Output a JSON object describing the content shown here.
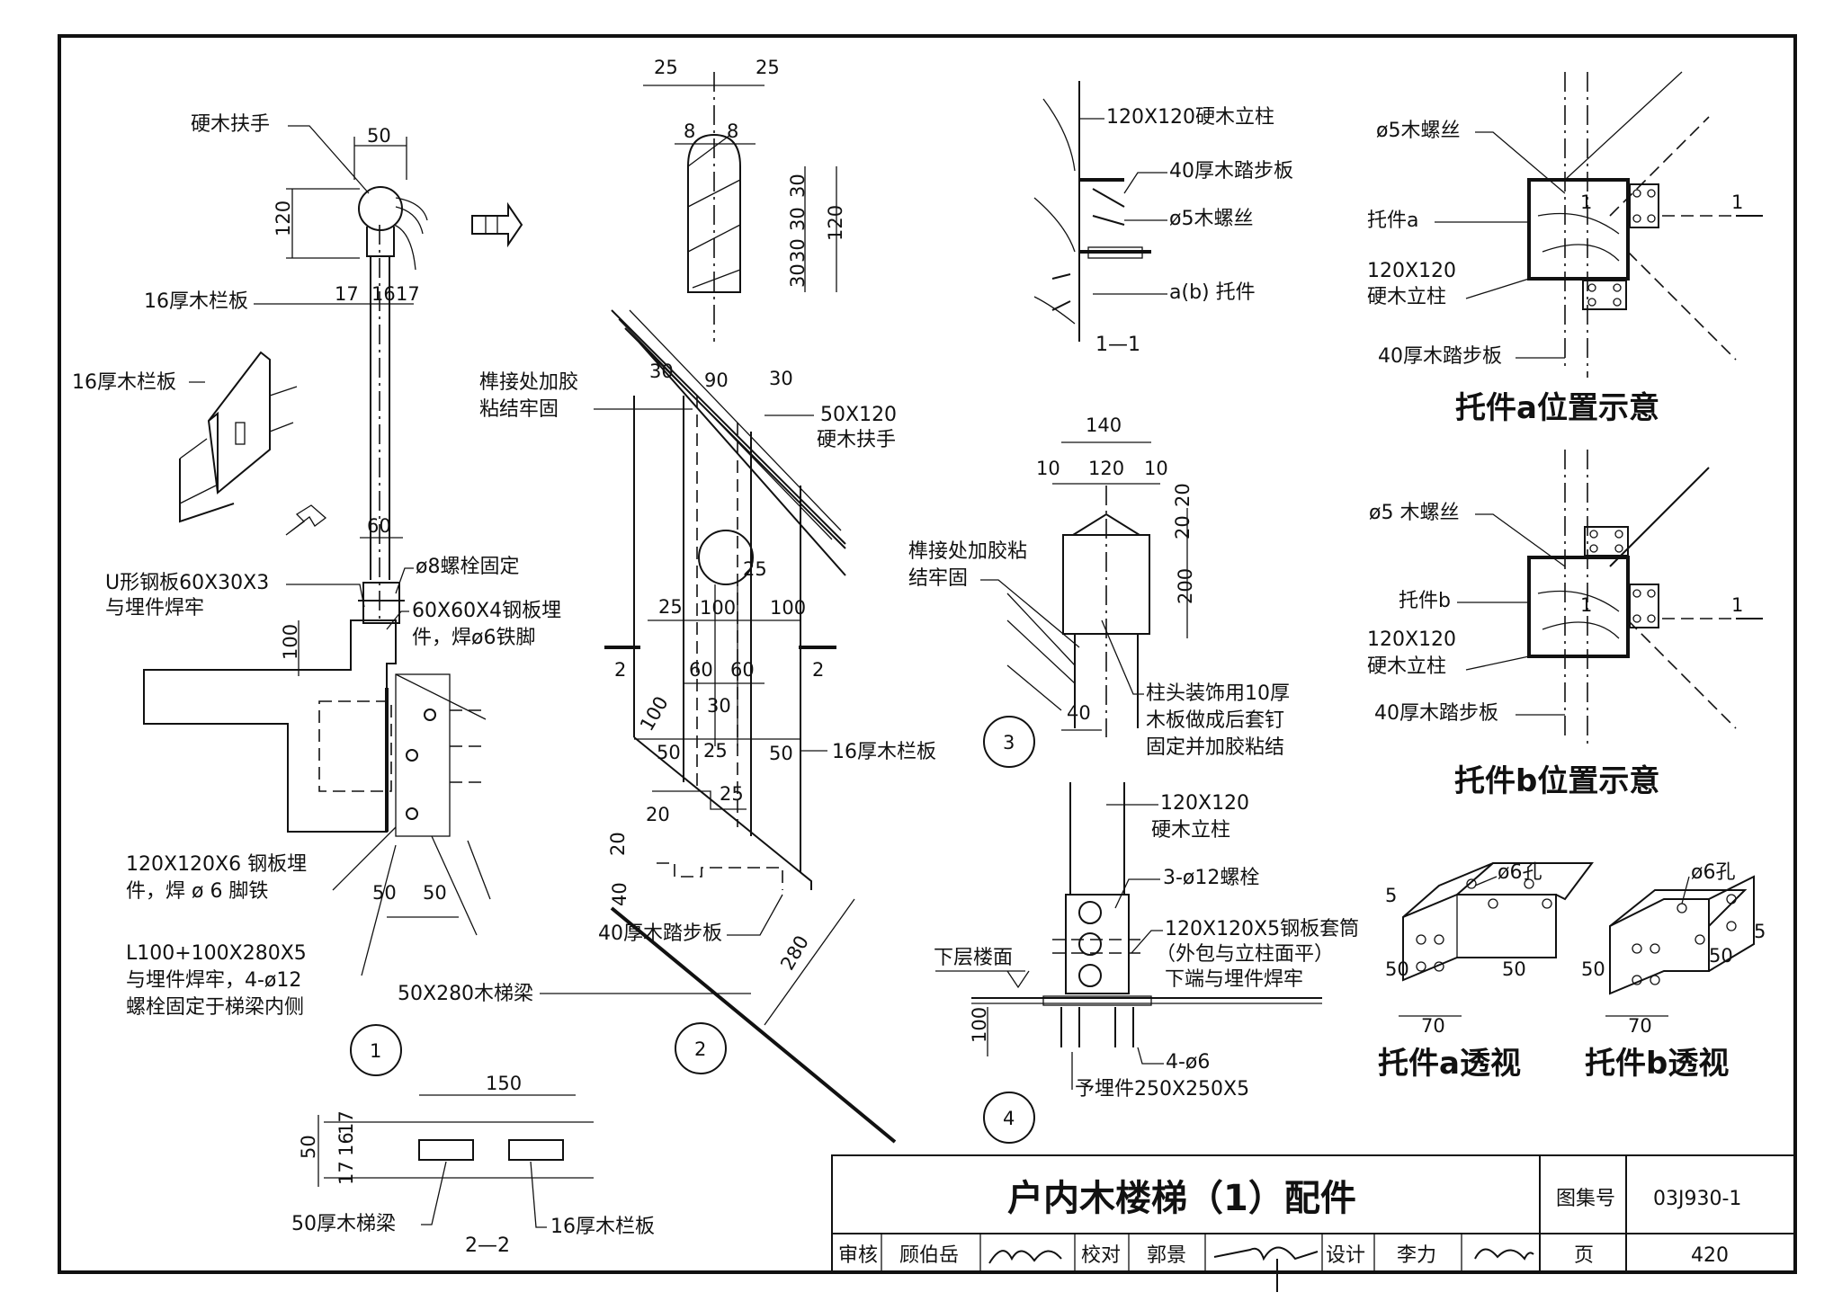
{
  "detail1": {
    "handrail": "硬木扶手",
    "w50": "50",
    "h120": "120",
    "baluster_thk": "16厚木栏板",
    "d17a": "17",
    "d16": "16",
    "d17b": "17",
    "baluster_iso": "16厚木栏板",
    "d60": "60",
    "bolt": "ø8螺栓固定",
    "u_plate_1": "U形钢板60X30X3",
    "u_plate_2": "与埋件焊牢",
    "d100": "100",
    "embed_plate_1": "60X60X4钢板埋",
    "embed_plate_2": "件，焊ø6铁脚",
    "plate120_1": "120X120X6 钢板埋",
    "plate120_2": "件，焊 ø 6 脚铁",
    "d50a": "50",
    "d50b": "50",
    "angle_1": "L100+100X280X5",
    "angle_2": "与埋件焊牢，4-ø12",
    "angle_3": "螺栓固定于梯梁内侧",
    "beam": "50X280木梯梁",
    "no": "1"
  },
  "detail2": {
    "d25l": "25",
    "d25r": "25",
    "d8a": "8",
    "d8b": "8",
    "d30a": "30",
    "d30b": "30",
    "d30c": "30",
    "d30d": "30",
    "d120": "120",
    "glue_1": "榫接处加胶",
    "glue_2": "粘结牢固",
    "t30a": "30",
    "t90": "90",
    "t30b": "30",
    "handrail_1": "50X120",
    "handrail_2": "硬木扶手",
    "m25a": "25",
    "m25b": "25",
    "m100a": "100",
    "m100b": "100",
    "m60a": "60",
    "m60b": "60",
    "m30": "30",
    "m100c": "100",
    "m50a": "50",
    "m25c": "25",
    "m25d": "25",
    "m50b": "50",
    "panel": "16厚木栏板",
    "sec2a": "2",
    "sec2b": "2",
    "b20a": "20",
    "b20b": "20",
    "b40": "40",
    "tread": "40厚木踏步板",
    "d280": "280",
    "no": "2"
  },
  "section22": {
    "d150": "150",
    "d17a": "17",
    "d16": "16",
    "d17b": "17",
    "d50": "50",
    "beam": "50厚木梯梁",
    "panel": "16厚木栏板",
    "title": "2—2"
  },
  "section11": {
    "post": "120X120硬木立柱",
    "tread": "40厚木踏步板",
    "screw": "ø5木螺丝",
    "bracket": "a(b) 托件",
    "title": "1—1"
  },
  "detail3": {
    "d140": "140",
    "d10a": "10",
    "d120": "120",
    "d10b": "10",
    "d20a": "20",
    "d20b": "20",
    "d200": "200",
    "glue_1": "榫接处加胶粘",
    "glue_2": "结牢固",
    "cap_1": "柱头装饰用10厚",
    "cap_2": "木板做成后套钉",
    "cap_3": "固定并加胶粘结",
    "d40": "40",
    "no": "3"
  },
  "detail4": {
    "post_1": "120X120",
    "post_2": "硬木立柱",
    "bolts": "3-ø12螺栓",
    "sleeve_1": "120X120X5钢板套筒",
    "sleeve_2": "（外包与立柱面平）",
    "sleeve_3": "下端与埋件焊牢",
    "floor": "下层楼面",
    "d100": "100",
    "anchor": "4-ø6",
    "embed": "予埋件250X250X5",
    "no": "4"
  },
  "position_a": {
    "screw": "ø5木螺丝",
    "bracket": "托件a",
    "post_1": "120X120",
    "post_2": "硬木立柱",
    "tread": "40厚木踏步板",
    "title": "托件a位置示意",
    "s1a": "1",
    "s1b": "1"
  },
  "position_b": {
    "screw": "ø5 木螺丝",
    "bracket": "托件b",
    "post_1": "120X120",
    "post_2": "硬木立柱",
    "tread": "40厚木踏步板",
    "title": "托件b位置示意",
    "s1a": "1",
    "s1b": "1"
  },
  "iso_a": {
    "hole": "ø6孔",
    "d5": "5",
    "d50l": "50",
    "d50r": "50",
    "d70": "70",
    "title": "托件a透视"
  },
  "iso_b": {
    "hole": "ø6孔",
    "d5": "5",
    "d50l": "50",
    "d50r": "50",
    "d70": "70",
    "title": "托件b透视"
  },
  "titleblock": {
    "title": "户内木楼梯（1）配件",
    "atlas_label": "图集号",
    "atlas_no": "03J930-1",
    "review_label": "审核",
    "reviewer": "顾伯岳",
    "check_label": "校对",
    "checker": "郭景",
    "design_label": "设计",
    "designer": "李力",
    "page_label": "页",
    "page_no": "420"
  }
}
